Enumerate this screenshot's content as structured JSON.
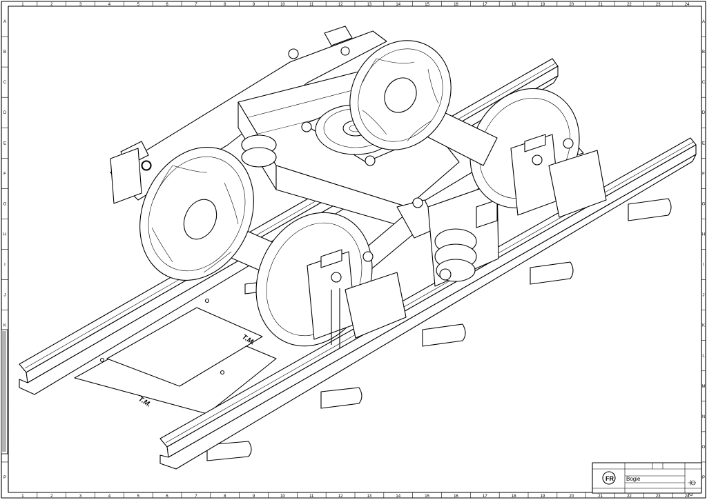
{
  "drawing": {
    "subject": "bogie-isometric",
    "sleeper_marks": [
      "T.M.",
      "T.M."
    ],
    "ruler_columns": [
      "1",
      "2",
      "3",
      "4",
      "5",
      "6",
      "7",
      "8",
      "9",
      "10",
      "11",
      "12",
      "13",
      "14",
      "15",
      "16",
      "17",
      "18",
      "19",
      "20",
      "21",
      "22",
      "23",
      "24"
    ],
    "ruler_rows": [
      "A",
      "B",
      "C",
      "D",
      "E",
      "F",
      "G",
      "H",
      "I",
      "J",
      "K",
      "L",
      "M",
      "N",
      "O",
      "P"
    ]
  },
  "title_block": {
    "part_name": "Bogie",
    "sheet_format": "A3",
    "logo_letters": "FR"
  }
}
